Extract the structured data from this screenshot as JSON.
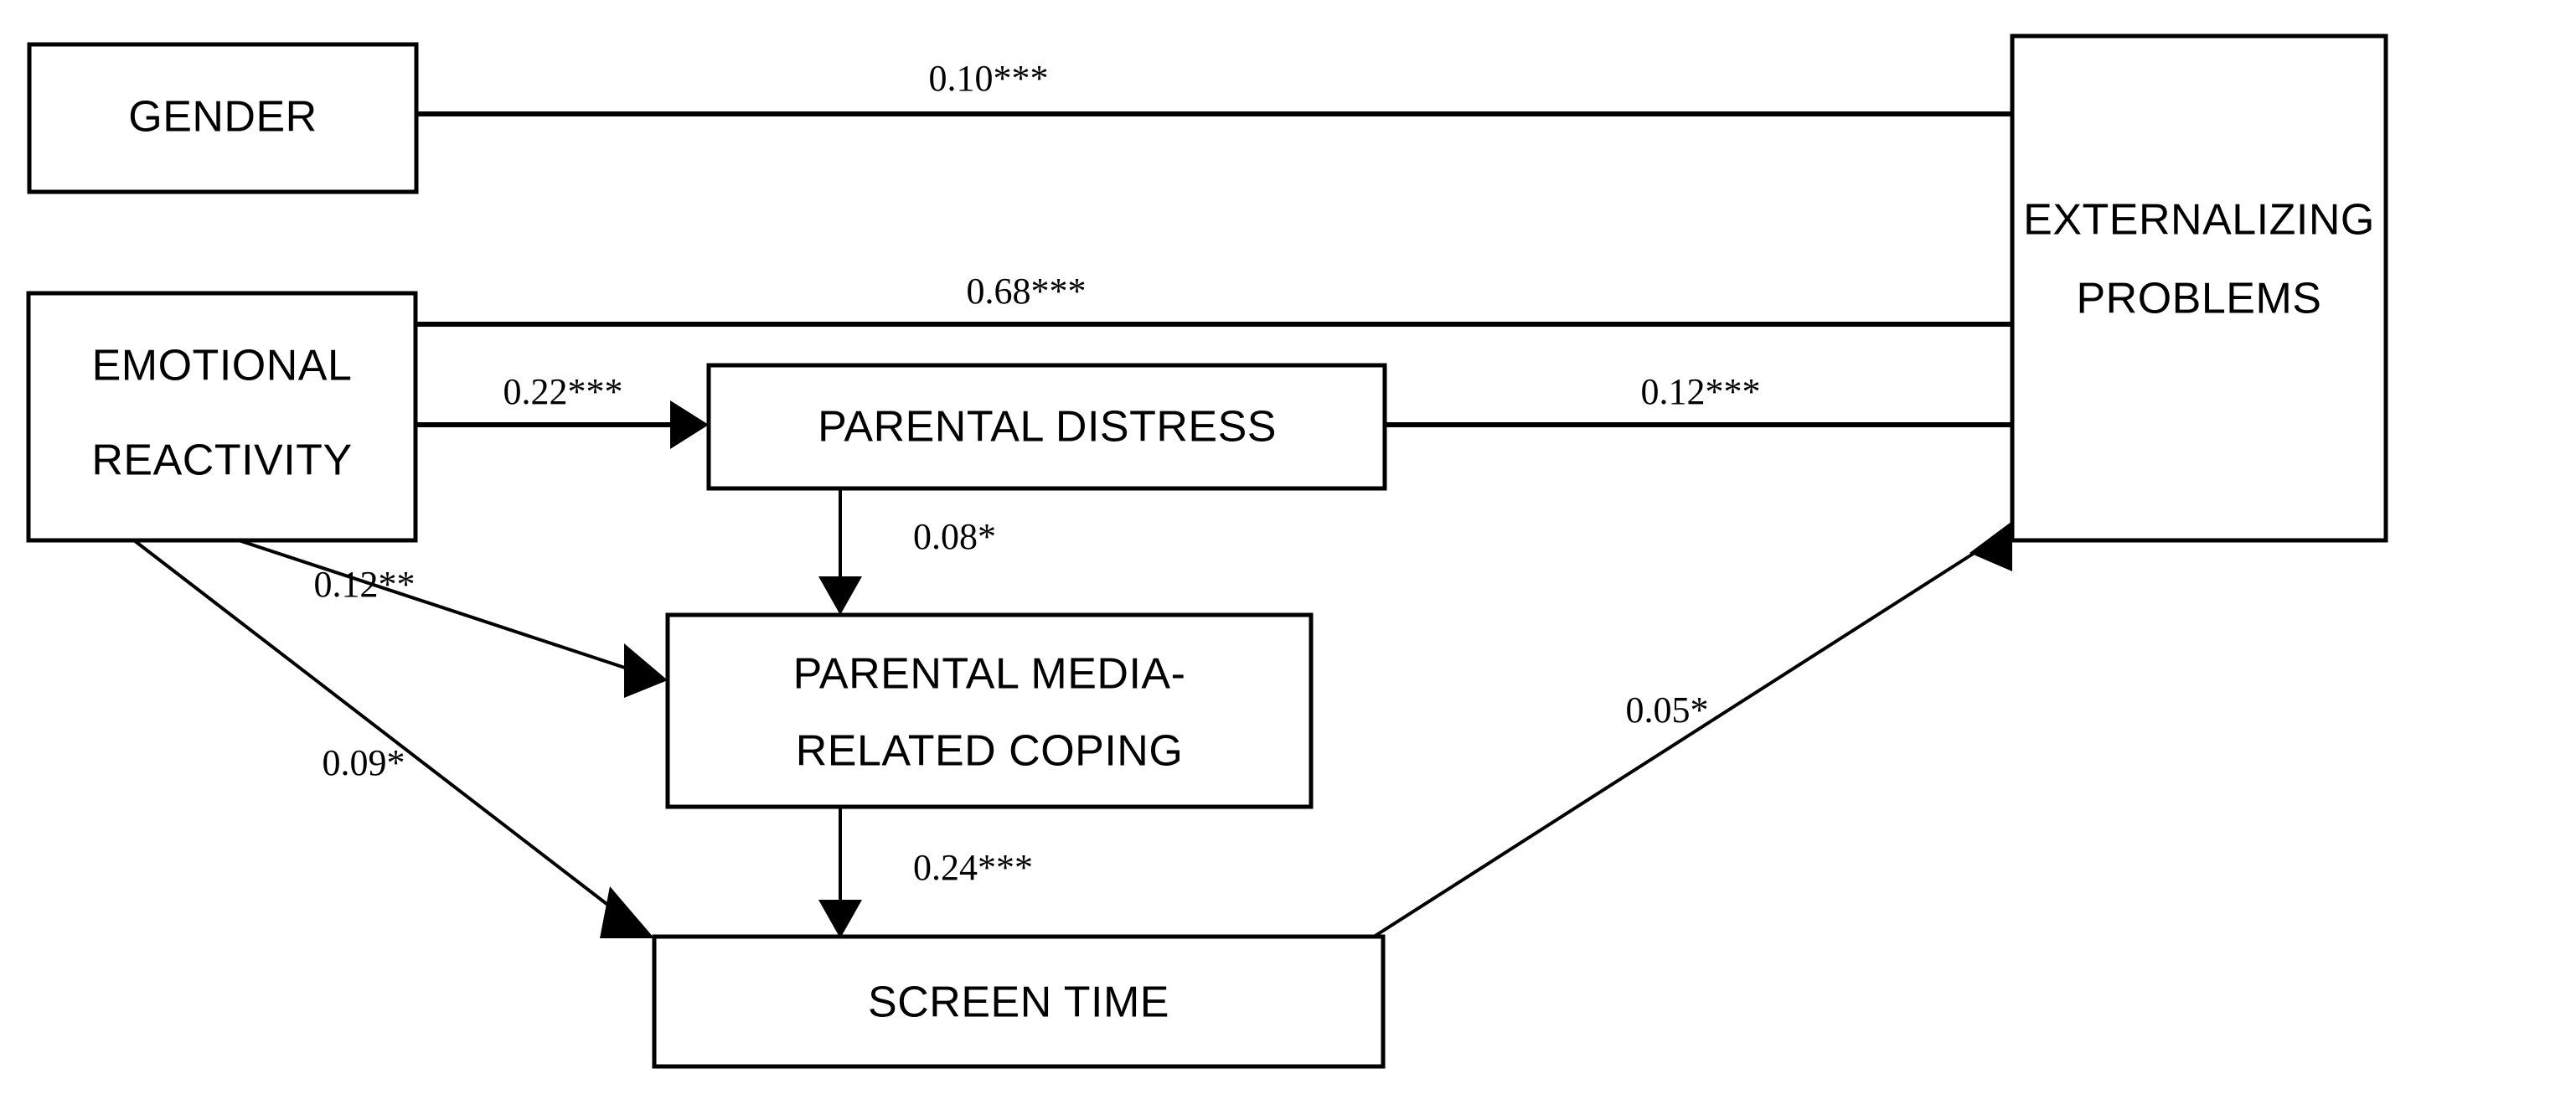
{
  "chart_data": {
    "type": "diagram",
    "title": "",
    "diagram_kind": "structural-equation-path-model",
    "nodes": [
      {
        "id": "gender",
        "label": "GENDER",
        "lines": [
          "GENDER"
        ]
      },
      {
        "id": "emotional_reactivity",
        "label": "EMOTIONAL REACTIVITY",
        "lines": [
          "EMOTIONAL",
          "REACTIVITY"
        ]
      },
      {
        "id": "parental_distress",
        "label": "PARENTAL DISTRESS",
        "lines": [
          "PARENTAL DISTRESS"
        ]
      },
      {
        "id": "parental_media_coping",
        "label": "PARENTAL MEDIA-RELATED COPING",
        "lines": [
          "PARENTAL MEDIA-",
          "RELATED COPING"
        ]
      },
      {
        "id": "screen_time",
        "label": "SCREEN TIME",
        "lines": [
          "SCREEN TIME"
        ]
      },
      {
        "id": "externalizing_problems",
        "label": "EXTERNALIZING PROBLEMS",
        "lines": [
          "EXTERNALIZING",
          "PROBLEMS"
        ]
      }
    ],
    "edges": [
      {
        "from": "gender",
        "to": "externalizing_problems",
        "coefficient": 0.1,
        "stars": "***",
        "label": "0.10***"
      },
      {
        "from": "emotional_reactivity",
        "to": "externalizing_problems",
        "coefficient": 0.68,
        "stars": "***",
        "label": "0.68***"
      },
      {
        "from": "emotional_reactivity",
        "to": "parental_distress",
        "coefficient": 0.22,
        "stars": "***",
        "label": "0.22***"
      },
      {
        "from": "parental_distress",
        "to": "externalizing_problems",
        "coefficient": 0.12,
        "stars": "***",
        "label": "0.12***"
      },
      {
        "from": "parental_distress",
        "to": "parental_media_coping",
        "coefficient": 0.08,
        "stars": "*",
        "label": "0.08*"
      },
      {
        "from": "emotional_reactivity",
        "to": "parental_media_coping",
        "coefficient": 0.12,
        "stars": "**",
        "label": "0.12**"
      },
      {
        "from": "emotional_reactivity",
        "to": "screen_time",
        "coefficient": 0.09,
        "stars": "*",
        "label": "0.09*"
      },
      {
        "from": "parental_media_coping",
        "to": "screen_time",
        "coefficient": 0.24,
        "stars": "***",
        "label": "0.24***"
      },
      {
        "from": "screen_time",
        "to": "externalizing_problems",
        "coefficient": 0.05,
        "stars": "*",
        "label": "0.05*"
      }
    ],
    "colors": {
      "stroke": "#000000",
      "fill": "#ffffff",
      "text": "#000000"
    }
  },
  "nodes": {
    "gender": {
      "label": "GENDER"
    },
    "emotional_reactivity": {
      "line1": "EMOTIONAL",
      "line2": "REACTIVITY"
    },
    "parental_distress": {
      "label": "PARENTAL DISTRESS"
    },
    "parental_media_coping": {
      "line1": "PARENTAL MEDIA-",
      "line2": "RELATED COPING"
    },
    "screen_time": {
      "label": "SCREEN TIME"
    },
    "externalizing_problems": {
      "line1": "EXTERNALIZING",
      "line2": "PROBLEMS"
    }
  },
  "edge_labels": {
    "gender_to_ext": "0.10***",
    "emo_to_ext": "0.68***",
    "emo_to_distress": "0.22***",
    "distress_to_ext": "0.12***",
    "distress_to_coping": "0.08*",
    "emo_to_coping": "0.12**",
    "emo_to_screen": "0.09*",
    "coping_to_screen": "0.24***",
    "screen_to_ext": "0.05*"
  }
}
